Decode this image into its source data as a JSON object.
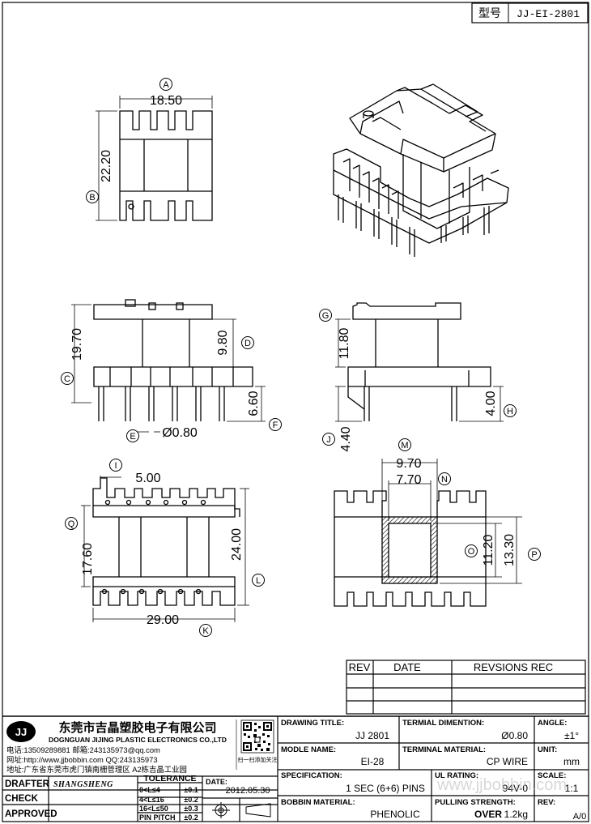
{
  "header": {
    "model_label": "型号",
    "model_value": "JJ-EI-2801"
  },
  "dims": {
    "A": {
      "letter": "A",
      "value": "18.50"
    },
    "B": {
      "letter": "B",
      "value": "22.20"
    },
    "C": {
      "letter": "C",
      "value": "19.70"
    },
    "D": {
      "letter": "D",
      "value": "9.80"
    },
    "E": {
      "letter": "E",
      "value": "Ø0.80"
    },
    "F": {
      "letter": "F",
      "value": "6.60"
    },
    "G": {
      "letter": "G",
      "value": "11.80"
    },
    "H": {
      "letter": "H",
      "value": "4.00"
    },
    "I": {
      "letter": "I",
      "value": "5.00"
    },
    "J": {
      "letter": "J",
      "value": "4.40"
    },
    "K": {
      "letter": "K",
      "value": "29.00"
    },
    "L": {
      "letter": "L",
      "value": "24.00"
    },
    "M": {
      "letter": "M",
      "value": "9.70"
    },
    "N": {
      "letter": "N",
      "value": "7.70"
    },
    "O": {
      "letter": "O",
      "value": "11.20"
    },
    "P": {
      "letter": "P",
      "value": "13.30"
    },
    "Q": {
      "letter": "Q",
      "value": "17.60"
    }
  },
  "revision_table": {
    "col_rev": "REV",
    "col_date": "DATE",
    "col_rec": "REVSIONS REC"
  },
  "company": {
    "logo": "JJ",
    "name_cn": "东莞市吉晶塑胶电子有限公司",
    "name_en": "DOGNGUAN JIJING PLASTIC ELECTRONICS CO.,LTD",
    "phone": "电话:13509289881  邮箱:243135973@qq.com",
    "web": "网址:http://www.jjbobbin.com  QQ:243135973",
    "address": "地址:广东省东莞市虎门镇南栅管理区 A2栋吉晶工业园",
    "qr_caption": "扫一扫添加关注"
  },
  "title_block": {
    "drawing_title_label": "DRAWING TITLE:",
    "drawing_title": "JJ 2801",
    "terminal_dimention_label": "TERMIAL DIMENTION:",
    "terminal_dimention": "Ø0.80",
    "angle_label": "ANGLE:",
    "angle": "±1°",
    "model_name_label": "MODLE NAME:",
    "model_name": "EI-28",
    "terminal_material_label": "TERMINAL MATERIAL:",
    "terminal_material": "CP WIRE",
    "unit_label": "UNIT:",
    "unit": "mm",
    "specification_label": "SPECIFICATION:",
    "specification": "1 SEC (6+6) PINS",
    "ul_rating_label": "UL RATING:",
    "ul_rating": "94V-0",
    "scale_label": "SCALE:",
    "scale": "1:1",
    "bobbin_material_label": "BOBBIN  MATERIAL:",
    "bobbin_material": "PHENOLIC",
    "pulling_strength_label": "PULLING STRENGTH:",
    "pulling_strength_over": "OVER",
    "pulling_strength": "1.2kg",
    "rev_label": "REV:",
    "rev": "A/0",
    "drafter_label": "DRAFTER",
    "drafter": "SHANGSHENG",
    "check_label": "CHECK",
    "approved_label": "APPROVED",
    "tolerance_label": "TOLERANCE",
    "tolerances": [
      {
        "range": "0<L≤4",
        "value": "±0.1"
      },
      {
        "range": "4<L≤16",
        "value": "±0.2"
      },
      {
        "range": "16<L≤50",
        "value": "±0.3"
      },
      {
        "range": "PIN PITCH",
        "value": "±0.2"
      }
    ],
    "date_label": "DATE:",
    "date": "2012.05.30"
  },
  "watermark": "www.jjbobbin.com"
}
